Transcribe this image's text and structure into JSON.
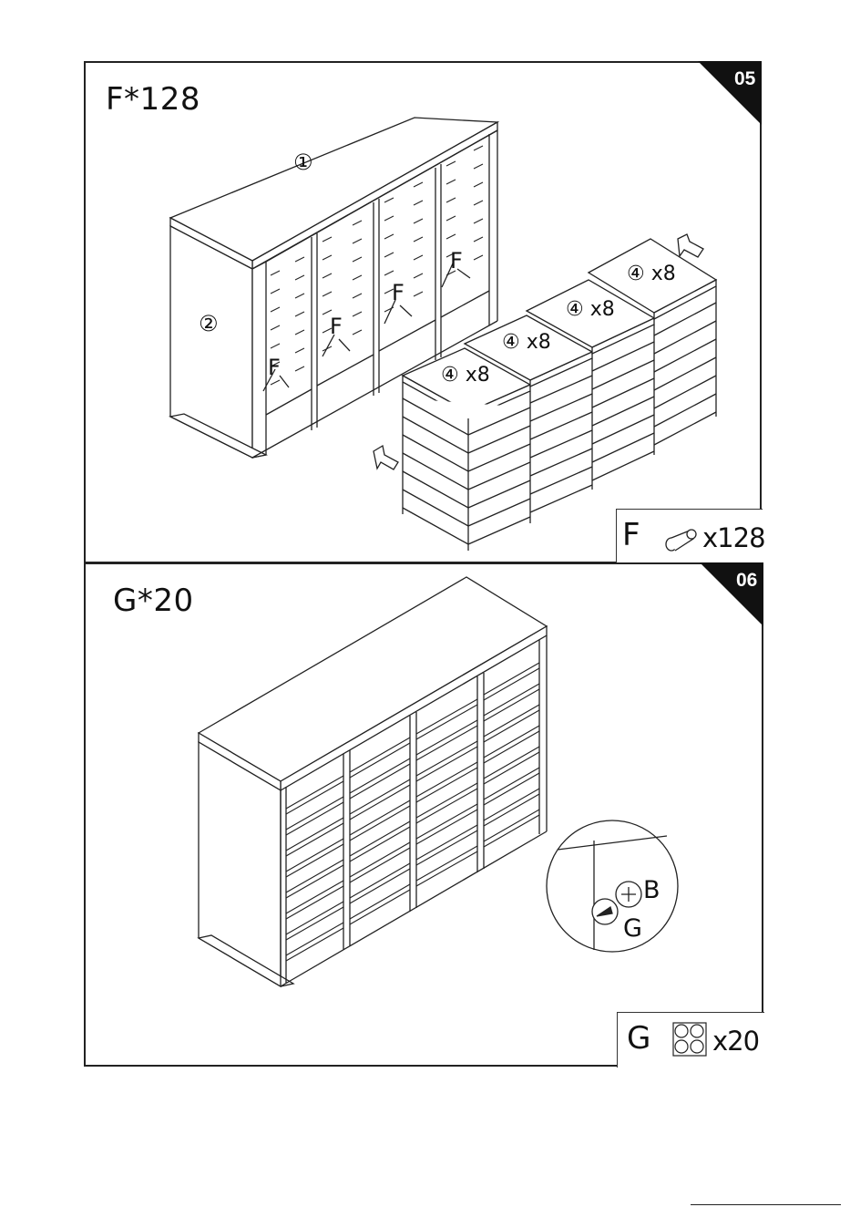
{
  "step5": {
    "number": "05",
    "title": "F*128",
    "callouts": {
      "top_panel": "①",
      "side_panel": "②",
      "shelf": "④",
      "shelf_qty": "x8",
      "dowel": "F"
    },
    "hardware": {
      "letter": "F",
      "qty": "x128",
      "icon": "dowel-icon"
    }
  },
  "step6": {
    "number": "06",
    "title": "G*20",
    "detail": {
      "screw": "B",
      "cap": "G"
    },
    "hardware": {
      "letter": "G",
      "qty": "x20",
      "icon": "cover-caps-icon"
    }
  }
}
